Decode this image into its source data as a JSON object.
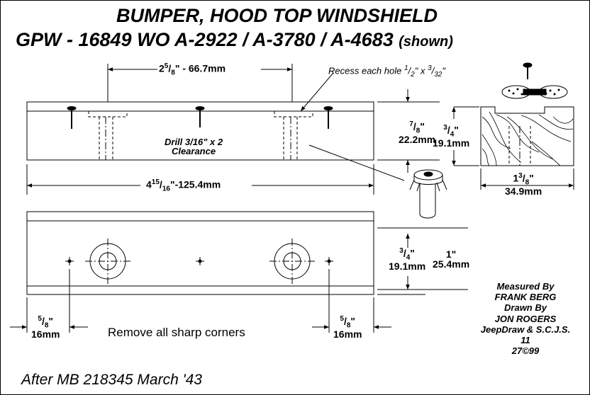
{
  "title": {
    "line1": "BUMPER, HOOD TOP WINDSHIELD",
    "line2": "GPW - 16849  WO A-2922 / A-3780 / A-4683",
    "line2_suffix": "(shown)"
  },
  "dimensions": {
    "hole_spacing": {
      "whole": "2",
      "num": "5",
      "den": "8",
      "rest": "\" - 66.7mm"
    },
    "recess_note": {
      "text": "Recess each hole",
      "a_num": "1",
      "a_den": "2",
      "mid": "\" x ",
      "b_num": "3",
      "b_den": "32",
      "end": "\""
    },
    "drill_note": {
      "line1": "Drill 3/16\" x 2",
      "line2": "Clearance"
    },
    "overall_length": {
      "whole": "4",
      "num": "15",
      "den": "16",
      "rest": "\"-125.4mm"
    },
    "height_front": {
      "num": "7",
      "den": "8",
      "rest": "\"",
      "metric": "22.2mm"
    },
    "height_side": {
      "num": "3",
      "den": "4",
      "rest": "\"",
      "metric": "19.1mm"
    },
    "side_width": {
      "whole": "1",
      "num": "3",
      "den": "8",
      "rest": "\"",
      "metric": "34.9mm"
    },
    "top_depth": {
      "num": "3",
      "den": "4",
      "rest": "\"",
      "metric": "19.1mm"
    },
    "top_width": {
      "label": "1\"",
      "metric": "25.4mm"
    },
    "edge_left": {
      "num": "5",
      "den": "8",
      "rest": "\"",
      "metric": "16mm"
    },
    "edge_right": {
      "num": "5",
      "den": "8",
      "rest": "\"",
      "metric": "16mm"
    }
  },
  "notes": {
    "remove_corners": "Remove all sharp corners"
  },
  "credits": {
    "measured_label": "Measured By",
    "measured_name": "FRANK BERG",
    "drawn_label": "Drawn By",
    "drawn_name": "JON ROGERS",
    "org": "JeepDraw & S.C.J.S.",
    "sheet": "11",
    "copyright": "27©99"
  },
  "footer": "After MB 218345  March '43"
}
